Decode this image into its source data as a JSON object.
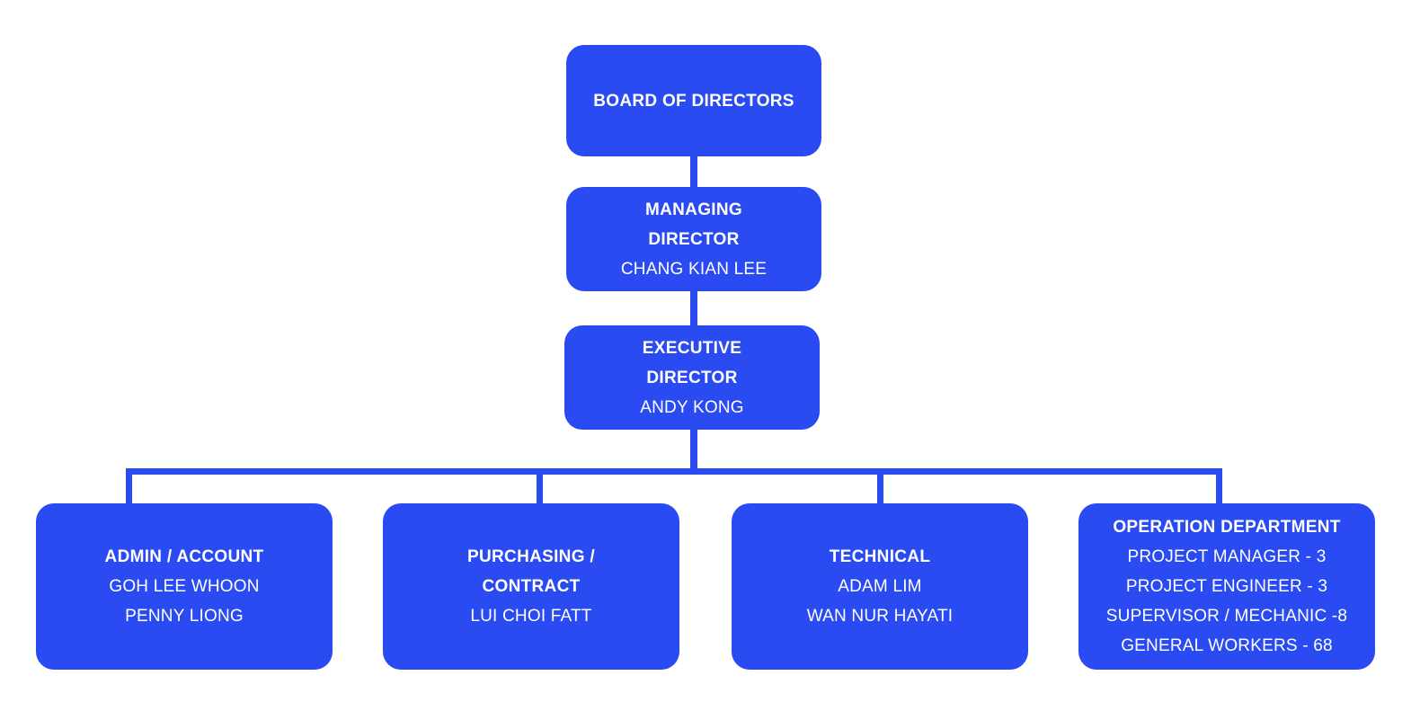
{
  "theme": {
    "node_fill": "#2B4BF2",
    "connector_color": "#2B4BF2",
    "text_color": "#FFFFFF",
    "background": "#FFFFFF"
  },
  "chart": {
    "type": "org-chart",
    "nodes": {
      "board": {
        "title": "BOARD OF DIRECTORS",
        "people": []
      },
      "managing_director": {
        "title_line1": "MANAGING",
        "title_line2": "DIRECTOR",
        "person1": "CHANG KIAN LEE"
      },
      "executive_director": {
        "title_line1": "EXECUTIVE",
        "title_line2": "DIRECTOR",
        "person1": "ANDY KONG"
      },
      "admin_account": {
        "title": "ADMIN / ACCOUNT",
        "person1": "GOH LEE WHOON",
        "person2": "PENNY LIONG"
      },
      "purchasing_contract": {
        "title_line1": "PURCHASING /",
        "title_line2": "CONTRACT",
        "person1": "LUI CHOI FATT"
      },
      "technical": {
        "title": "TECHNICAL",
        "person1": "ADAM LIM",
        "person2": "WAN NUR HAYATI"
      },
      "operation_department": {
        "title": "OPERATION DEPARTMENT",
        "line1": "PROJECT MANAGER - 3",
        "line2": "PROJECT ENGINEER - 3",
        "line3": "SUPERVISOR / MECHANIC -8",
        "line4": "GENERAL WORKERS - 68"
      }
    }
  }
}
